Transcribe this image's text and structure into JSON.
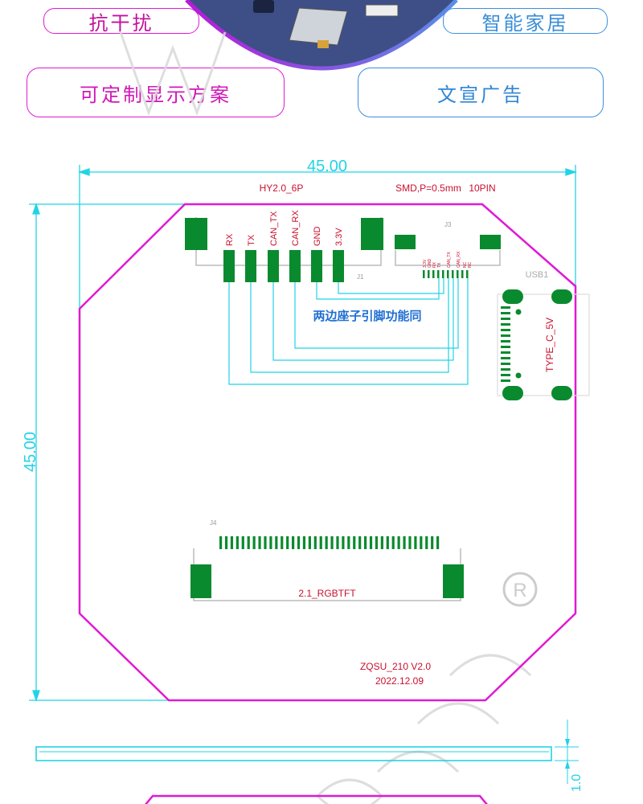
{
  "badges": {
    "anti_interference": "抗干扰",
    "smart_home": "智能家居",
    "custom_display": "可定制显示方案",
    "advertising": "文宣广告"
  },
  "drawing": {
    "dimension_width": "45.00",
    "dimension_height": "45.00",
    "hy_connector": "HY2.0_6P",
    "smd_spec": "SMD,P=0.5mm",
    "pin_count": "10PIN",
    "j1_label": "J1",
    "j3_label": "J3",
    "j4_label": "J4",
    "usb_label": "USB1",
    "usb_type": "TYPE_C_5V",
    "pins": [
      "RX",
      "TX",
      "CAN_TX",
      "CAN_RX",
      "GND",
      "3.3V"
    ],
    "j3_pins": [
      "3.3V",
      "GND",
      "RX",
      "TX",
      "CAN_TX",
      "CAN_RX",
      "NC",
      "NC"
    ],
    "note": "两边座子引脚功能同",
    "rgb_connector": "2.1_RGBTFT",
    "model": "ZQSU_210  V2.0",
    "date": "2022.12.09",
    "thickness_dim": "1.0",
    "registered_mark": "R"
  },
  "colors": {
    "magenta": "#e01ad3",
    "cyan": "#22d3e6",
    "green": "#0a8a2e",
    "red_text": "#c8102e",
    "blue_text": "#1f6fd1"
  }
}
